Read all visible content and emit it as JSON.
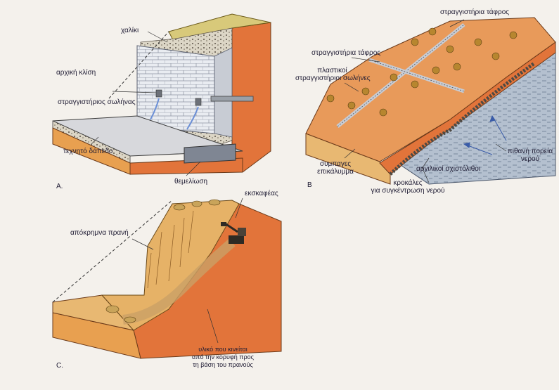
{
  "panels": {
    "a": {
      "letter": "A.",
      "labels": {
        "gravel": "χαλίκι",
        "initial_slope": "αρχική κλίση",
        "drain_pipe": "στραγγιστήριος σωλήνας",
        "artificial_floor": "τεχνητό δάπεδο",
        "foundation": "θεμελίωση"
      }
    },
    "b": {
      "letter": "B",
      "labels": {
        "drainage_trench_top": "στραγγιστήρια τάφρος",
        "drainage_trench": "στραγγιστήρια τάφρος",
        "plastic_pipes_line1": "πλαστικοί",
        "plastic_pipes_line2": "στραγγιστήριοι σωλήνες",
        "compact_cover_line1": "συμπαγες",
        "compact_cover_line2": "επικάλυμμα",
        "clay_shale": "αργιλικοί σχιστόλιθοι",
        "water_path_line1": "πιθανή πορεία",
        "water_path_line2": "νερού",
        "pebbles_line1": "κροκάλες",
        "pebbles_line2": "για συγκέντρωση νερού"
      }
    },
    "c": {
      "letter": "C.",
      "labels": {
        "excavator": "εκσκαφέας",
        "steep_slope": "απόκρημνα πρανή",
        "moving_material_line1": "υλικό που κινείται",
        "moving_material_line2": "από την κορυφή προς",
        "moving_material_line3": "τη βάση του πρανούς"
      }
    }
  },
  "colors": {
    "background": "#f4f1ec",
    "soil_orange": "#e2743a",
    "soil_dark": "#c9562a",
    "sand": "#e8b872",
    "grass": "#d8c97a",
    "stone": "#b9bfca",
    "shale": "#aebacb",
    "text": "#1e1b33"
  },
  "icons": [
    "pipe-icon",
    "excavator-icon",
    "arrow-icon"
  ]
}
